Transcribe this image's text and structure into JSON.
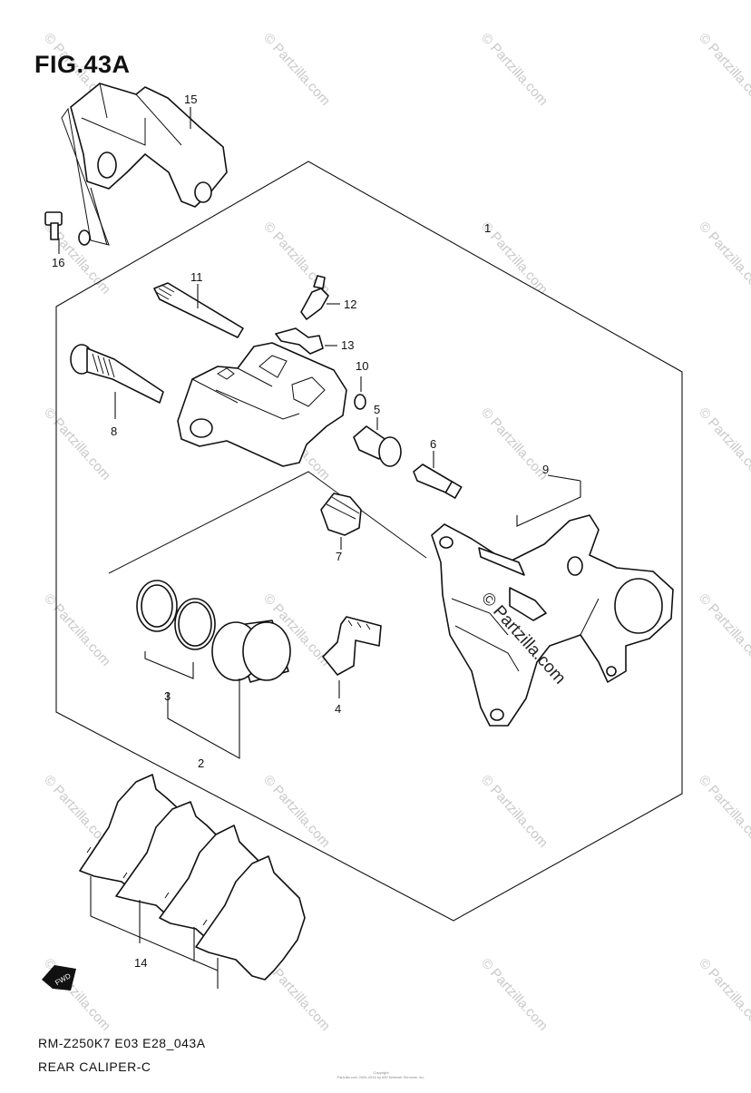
{
  "figure": {
    "title": "FIG.43A",
    "model_code": "RM-Z250K7 E03 E28_043A",
    "section_name": "REAR CALIPER-C"
  },
  "callouts": {
    "p1": "1",
    "p2": "2",
    "p3": "3",
    "p4": "4",
    "p5": "5",
    "p6": "6",
    "p7": "7",
    "p8": "8",
    "p9": "9",
    "p10": "10",
    "p11": "11",
    "p12": "12",
    "p13": "13",
    "p14": "14",
    "p15": "15",
    "p16": "16"
  },
  "badges": {
    "fwd": "FWD"
  },
  "watermark": {
    "text": "© Partzilla.com",
    "center_text": "© Partzilla.com"
  },
  "copyright": {
    "line1": "Copyright",
    "line2": "Partzilla.com 2004-2015 by ARI Network Services, Inc."
  }
}
